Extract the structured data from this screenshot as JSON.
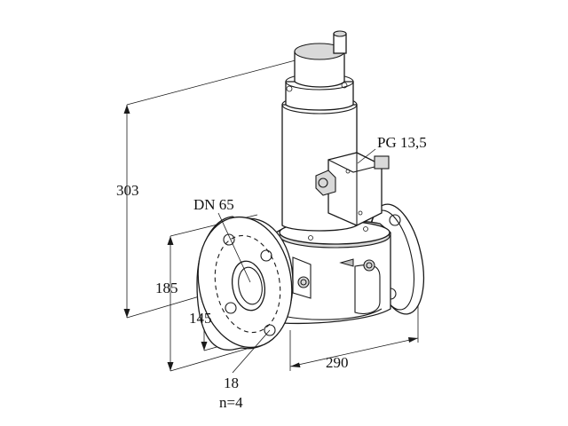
{
  "labels": {
    "height": "303",
    "nominal_diameter": "DN 65",
    "cable_gland": "PG 13,5",
    "flange_outer": "185",
    "bolt_circle": "145",
    "length": "290",
    "hole_diameter": "18",
    "hole_count": "n=4"
  },
  "colors": {
    "line": "#1a1a1a",
    "shade": "#d9d9d9",
    "background": "#ffffff"
  }
}
